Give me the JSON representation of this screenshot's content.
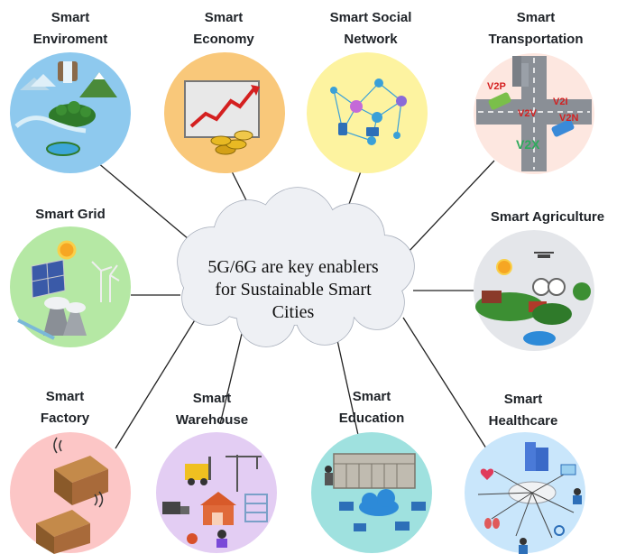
{
  "center": {
    "text": "5G/6G are key enablers\nfor Sustainable Smart\nCities",
    "fill": "#eef0f4",
    "stroke": "#a6adba"
  },
  "nodes": [
    {
      "id": "environment",
      "label": "Smart\nEnviroment",
      "color": "#8ec9ee"
    },
    {
      "id": "economy",
      "label": "Smart\nEconomy",
      "color": "#f9c87a"
    },
    {
      "id": "social",
      "label": "Smart Social\nNetwork",
      "color": "#fdf3a0"
    },
    {
      "id": "transportation",
      "label": "Smart\nTransportation",
      "color": "#fde7e0",
      "v2x": {
        "v2p": "V2P",
        "v2v": "V2V",
        "v2i": "V2I",
        "v2n": "V2N",
        "v2x": "V2X"
      }
    },
    {
      "id": "grid",
      "label": "Smart Grid",
      "color": "#b5e8a4"
    },
    {
      "id": "agriculture",
      "label": "Smart Agriculture",
      "color": "#e4e6ea"
    },
    {
      "id": "factory",
      "label": "Smart\nFactory",
      "color": "#fcc6c6"
    },
    {
      "id": "warehouse",
      "label": "Smart\nWarehouse",
      "color": "#e3cdf3"
    },
    {
      "id": "education",
      "label": "Smart\nEducation",
      "color": "#9fe1df"
    },
    {
      "id": "healthcare",
      "label": "Smart\nHealthcare",
      "color": "#c9e6fb"
    }
  ],
  "colors": {
    "connector": "#222222",
    "text": "#1f2328",
    "v2x_red": "#d41f1f",
    "v2x_green": "#2faa5c"
  }
}
